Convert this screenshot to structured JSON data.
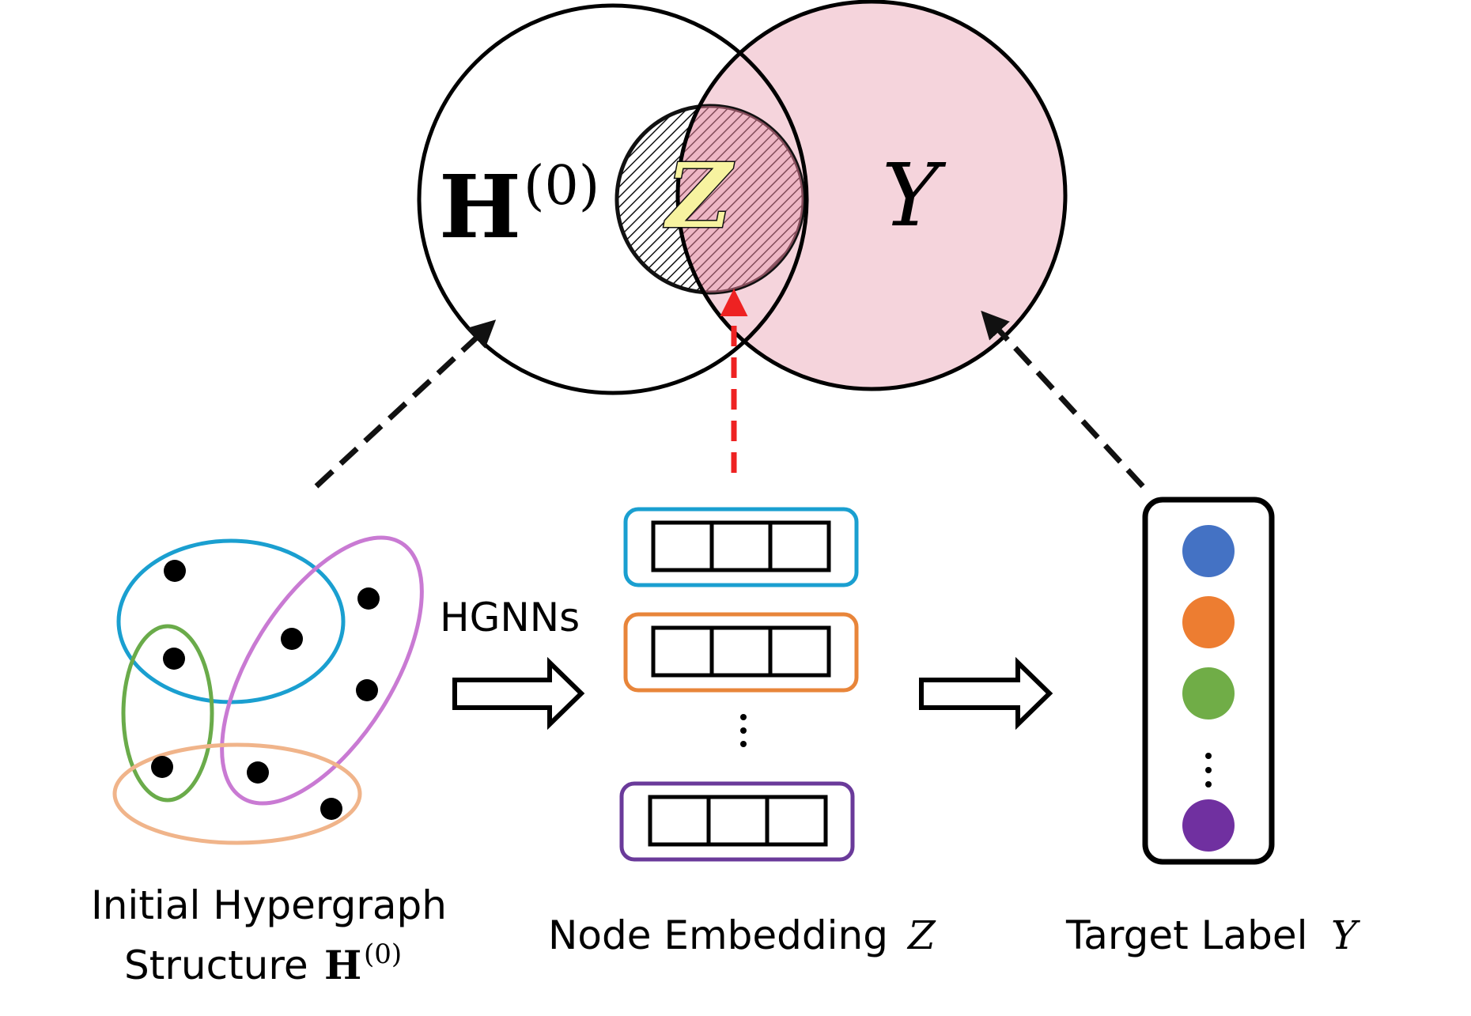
{
  "venn": {
    "h0_symbol": "H",
    "h0_superscript": "(0)",
    "z_symbol": "Z",
    "y_symbol": "Y"
  },
  "hypergraph": {
    "caption_line1": "Initial Hypergraph",
    "caption_line2_prefix": "Structure",
    "caption_symbol": "H",
    "caption_superscript": "(0)",
    "hyperedge_colors": [
      "#1a9fd0",
      "#c97ad3",
      "#6aab4a",
      "#f0b48a"
    ],
    "node_color": "#000000"
  },
  "process": {
    "hgnn_label": "HGNNs"
  },
  "embedding": {
    "caption_prefix": "Node Embedding",
    "caption_symbol": "Z",
    "vector_colors": [
      "#1a9fd0",
      "#e8853a",
      "#6a3a9a"
    ]
  },
  "labels": {
    "caption_prefix": "Target Label",
    "caption_symbol": "Y",
    "class_colors": [
      "#4472c4",
      "#ed7d31",
      "#70ad47",
      "#7030a0"
    ]
  },
  "colors": {
    "y_fill": "#f5d4dc",
    "z_highlight": "#f7f3a0",
    "red_arrow": "#ee2222",
    "black_arrow": "#111111"
  }
}
